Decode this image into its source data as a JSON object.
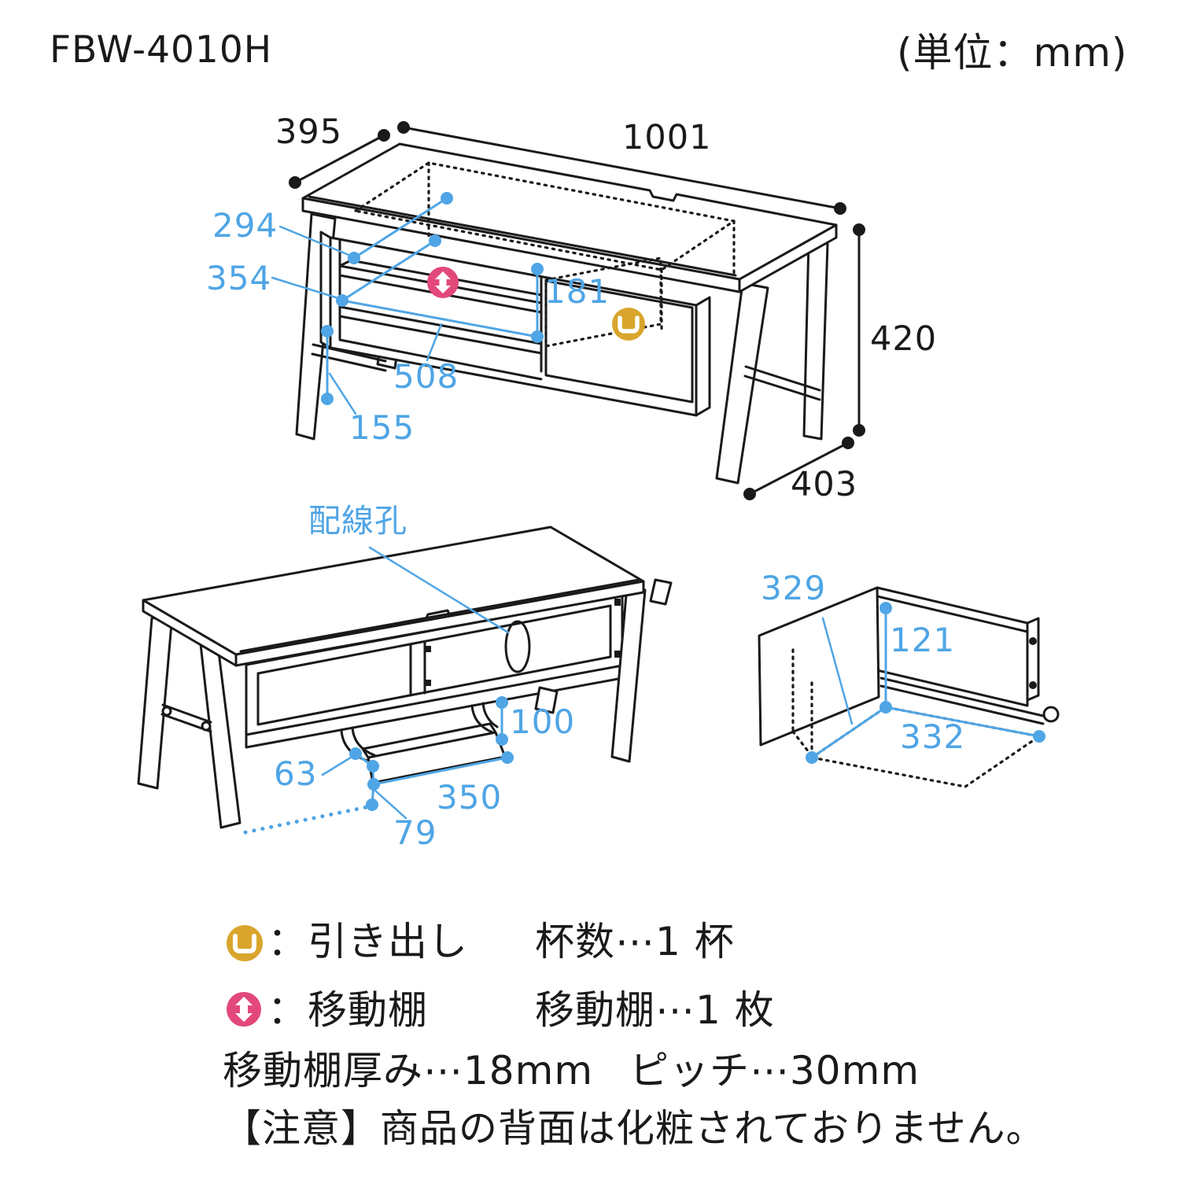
{
  "page": {
    "title": "FBW-4010H",
    "unit_note": "(単位：mm)"
  },
  "colors": {
    "line": "#1a1a1a",
    "dimension_blue": "#4FA5E5",
    "shelf_icon_pink": "#E2497A",
    "drawer_icon_yellow": "#D9A52C"
  },
  "main_view": {
    "description": "TVボード 全体図(正面斜視)",
    "depth_top": "395",
    "width": "1001",
    "height": "420",
    "depth_bottom": "403",
    "shelf_depth_upper": "294",
    "shelf_depth_lower": "354",
    "opening_height": "181",
    "opening_width": "508",
    "leg_clearance": "155"
  },
  "back_view": {
    "description": "背面図(配線孔・コード受け)",
    "wiring_hole_label": "配線孔",
    "hanger_height": "100",
    "tray_end_offset": "63",
    "tray_width": "350",
    "tray_floor_gap": "79"
  },
  "drawer_view": {
    "description": "引き出し内寸図",
    "inner_depth": "329",
    "inner_height": "121",
    "inner_width": "332"
  },
  "legend": {
    "drawer_row": {
      "label": "：引き出し",
      "count": "杯数⋯1 杯"
    },
    "shelf_row": {
      "label": "：移動棚",
      "count": "移動棚⋯1 枚"
    },
    "shelf_spec": {
      "thickness": "移動棚厚み⋯18mm",
      "pitch": "ピッチ⋯30mm"
    },
    "note": "【注意】商品の背面は化粧されておりません。"
  }
}
